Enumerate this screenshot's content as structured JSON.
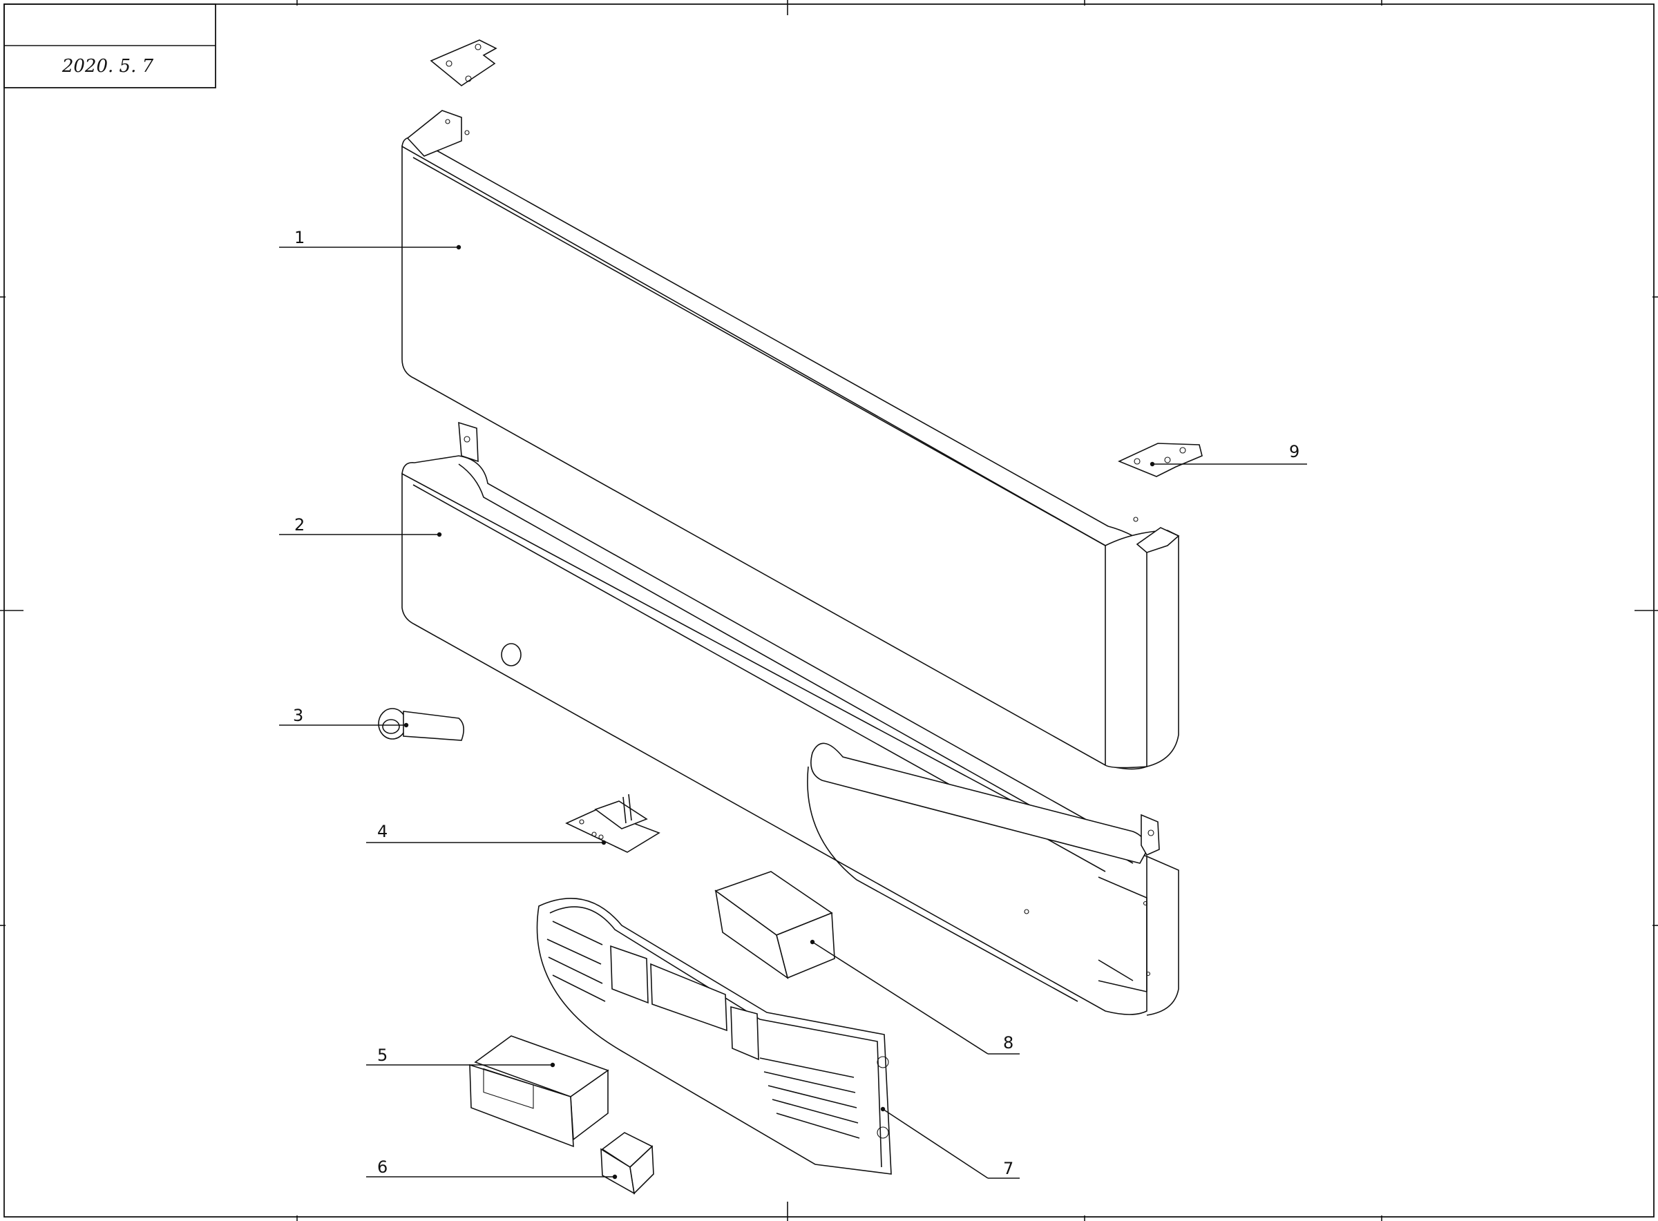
{
  "title_block": {
    "date": "2020. 5. 7"
  },
  "callouts": [
    "1",
    "2",
    "3",
    "4",
    "5",
    "6",
    "7",
    "8",
    "9"
  ]
}
